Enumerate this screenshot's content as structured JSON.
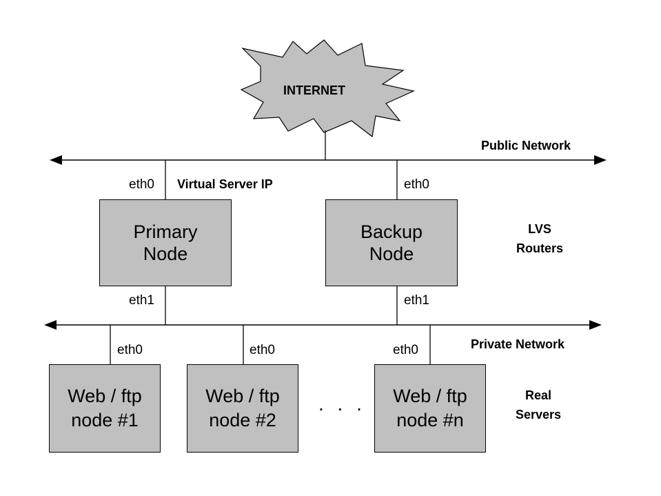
{
  "internet": {
    "label": "INTERNET"
  },
  "public_network": {
    "label": "Public Network"
  },
  "private_network": {
    "label": "Private Network"
  },
  "virtual_ip": {
    "label": "Virtual Server IP"
  },
  "lvs_routers": {
    "line1": "LVS",
    "line2": "Routers"
  },
  "real_servers": {
    "line1": "Real",
    "line2": "Servers"
  },
  "primary_node": {
    "line1": "Primary",
    "line2": "Node",
    "eth_top": "eth0",
    "eth_bottom": "eth1"
  },
  "backup_node": {
    "line1": "Backup",
    "line2": "Node",
    "eth_top": "eth0",
    "eth_bottom": "eth1"
  },
  "servers": [
    {
      "line1": "Web / ftp",
      "line2": "node #1",
      "eth": "eth0"
    },
    {
      "line1": "Web / ftp",
      "line2": "node #2",
      "eth": "eth0"
    },
    {
      "line1": "Web / ftp",
      "line2": "node #n",
      "eth": "eth0"
    }
  ],
  "ellipsis": ". . .",
  "colors": {
    "node_fill": "#c0c0c0",
    "line": "#000000",
    "background": "#ffffff"
  }
}
